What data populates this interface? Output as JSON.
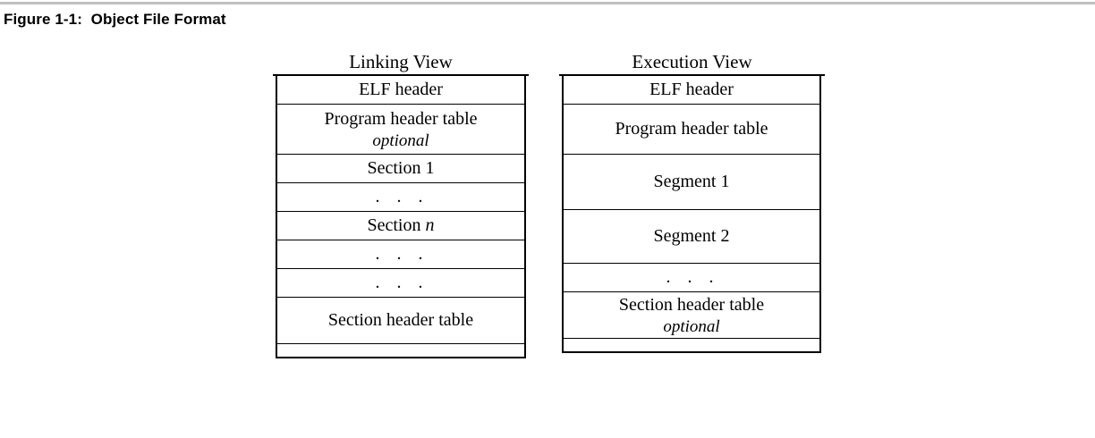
{
  "figure": {
    "caption": "Figure 1-1:  Object File Format",
    "rule_color": "#c0c0c0",
    "border_color": "#000000"
  },
  "diagram": {
    "type": "table",
    "columns": [
      {
        "id": "linking-view",
        "title": "Linking View",
        "rows": [
          {
            "label": "ELF header",
            "sub": "",
            "style": "plain"
          },
          {
            "label": "Program header table",
            "sub": "optional",
            "style": "plain"
          },
          {
            "label": "Section 1",
            "sub": "",
            "style": "plain"
          },
          {
            "label": ". . .",
            "sub": "",
            "style": "dots"
          },
          {
            "label": "Section n",
            "sub": "",
            "style": "italic-last"
          },
          {
            "label": ". . .",
            "sub": "",
            "style": "dots"
          },
          {
            "label": ". . .",
            "sub": "",
            "style": "dots"
          },
          {
            "label": "Section header table",
            "sub": "",
            "style": "plain"
          },
          {
            "label": "",
            "sub": "",
            "style": "empty"
          }
        ]
      },
      {
        "id": "execution-view",
        "title": "Execution View",
        "rows": [
          {
            "label": "ELF header",
            "sub": "",
            "style": "plain"
          },
          {
            "label": "Program header table",
            "sub": "",
            "style": "plain"
          },
          {
            "label": "Segment 1",
            "sub": "",
            "style": "plain"
          },
          {
            "label": "Segment 2",
            "sub": "",
            "style": "plain"
          },
          {
            "label": ". . .",
            "sub": "",
            "style": "dots"
          },
          {
            "label": "Section header table",
            "sub": "optional",
            "style": "plain"
          },
          {
            "label": "",
            "sub": "",
            "style": "empty"
          }
        ]
      }
    ]
  }
}
